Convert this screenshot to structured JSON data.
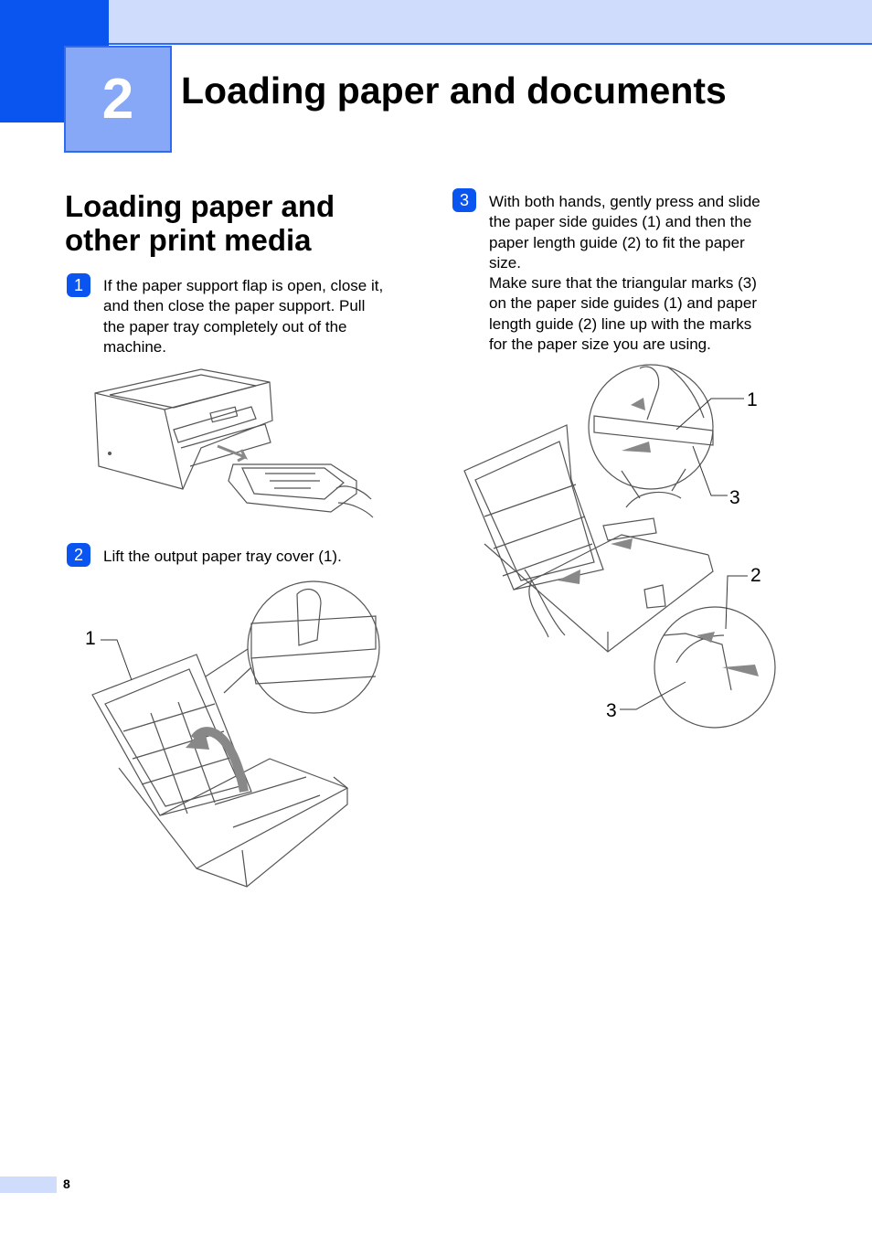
{
  "header": {
    "chapter_number": "2",
    "chapter_title": "Loading paper and documents",
    "accent_color": "#0a54f0",
    "band_color": "#cfdcfb"
  },
  "section": {
    "title_line1": "Loading paper and",
    "title_line2": "other print media"
  },
  "steps": [
    {
      "badge": "1",
      "lines": [
        "If the paper support flap is open, close it,",
        "and then close the paper support. Pull",
        "the paper tray completely out of the",
        "machine."
      ]
    },
    {
      "badge": "2",
      "lines": [
        "Lift the output paper tray cover (1)."
      ],
      "callouts": [
        "1"
      ]
    },
    {
      "badge": "3",
      "lines": [
        "With both hands, gently press and slide",
        "the paper side guides (1) and then the",
        "paper length guide (2) to fit the paper",
        "size.",
        "Make sure that the triangular marks (3)",
        "on the paper side guides (1) and paper",
        "length guide (2) line up with the marks",
        "for the paper size you are using."
      ],
      "callouts": [
        "1",
        "3",
        "2",
        "3"
      ]
    }
  ],
  "footer": {
    "page_number": "8"
  }
}
